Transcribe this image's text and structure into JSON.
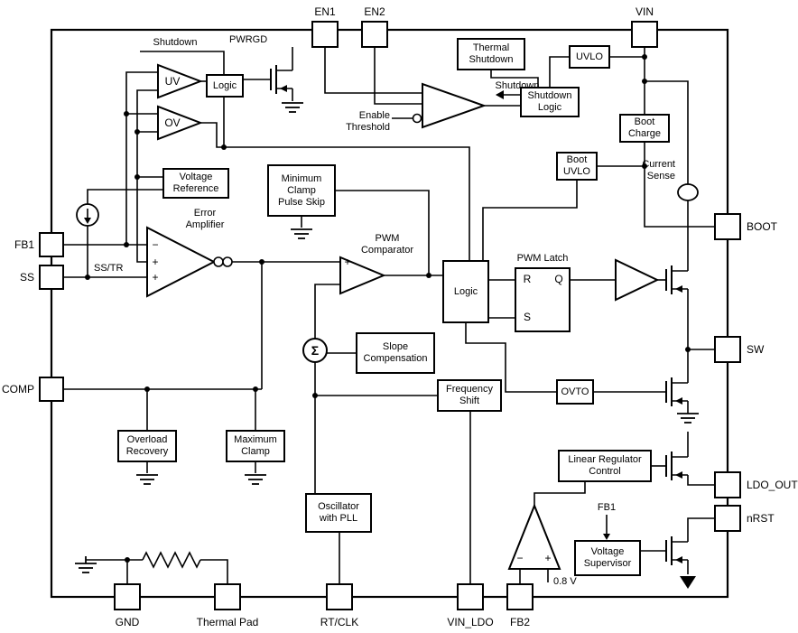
{
  "diagram": {
    "colors": {
      "line": "#000000",
      "background": "#ffffff"
    },
    "pins": {
      "top": [
        {
          "label": "EN1"
        },
        {
          "label": "EN2"
        },
        {
          "label": "VIN"
        }
      ],
      "left": [
        {
          "label": "FB1"
        },
        {
          "label": "SS"
        },
        {
          "label": "COMP"
        }
      ],
      "right": [
        {
          "label": "BOOT"
        },
        {
          "label": "SW"
        },
        {
          "label": "LDO_OUT"
        },
        {
          "label": "nRST"
        }
      ],
      "bottom": [
        {
          "label": "GND"
        },
        {
          "label": "Thermal Pad"
        },
        {
          "label": "RT/CLK"
        },
        {
          "label": "VIN_LDO"
        },
        {
          "label": "FB2"
        }
      ]
    },
    "blocks": {
      "logic_top": "Logic",
      "thermal_shutdown": "Thermal\nShutdown",
      "shutdown_logic": "Shutdown\nLogic",
      "uvlo": "UVLO",
      "boot_charge": "Boot\nCharge",
      "boot_uvlo": "Boot\nUVLO",
      "voltage_reference": "Voltage\nReference",
      "minimum_clamp": "Minimum\nClamp\nPulse Skip",
      "logic_main": "Logic",
      "ovto": "OVTO",
      "slope_compensation": "Slope\nCompensation",
      "frequency_shift": "Frequency\nShift",
      "overload_recovery": "Overload\nRecovery",
      "maximum_clamp": "Maximum\nClamp",
      "oscillator_pll": "Oscillator\nwith PLL",
      "linear_regulator_control": "Linear Regulator\nControl",
      "voltage_supervisor": "Voltage\nSupervisor"
    },
    "labels": {
      "shutdown_top": "Shutdown",
      "pwrgd": "PWRGD",
      "shutdown_signal": "Shutdown",
      "enable_threshold": "Enable\nThreshold",
      "error_amplifier": "Error\nAmplifier",
      "ss_tr": "SS/TR",
      "pwm_comparator": "PWM\nComparator",
      "pwm_latch": "PWM Latch",
      "current_sense": "Current\nSense",
      "fb1_ref": "FB1",
      "ldo_ref": "0.8 V"
    },
    "symbols": {
      "uv": "UV",
      "ov": "OV",
      "sigma": "Σ",
      "latch_r": "R",
      "latch_q": "Q",
      "latch_s": "S",
      "ea_minus": "−",
      "ea_plus1": "+",
      "ea_plus2": "+",
      "pwm_plus": "+",
      "ldo_minus": "−",
      "ldo_plus": "+"
    }
  }
}
